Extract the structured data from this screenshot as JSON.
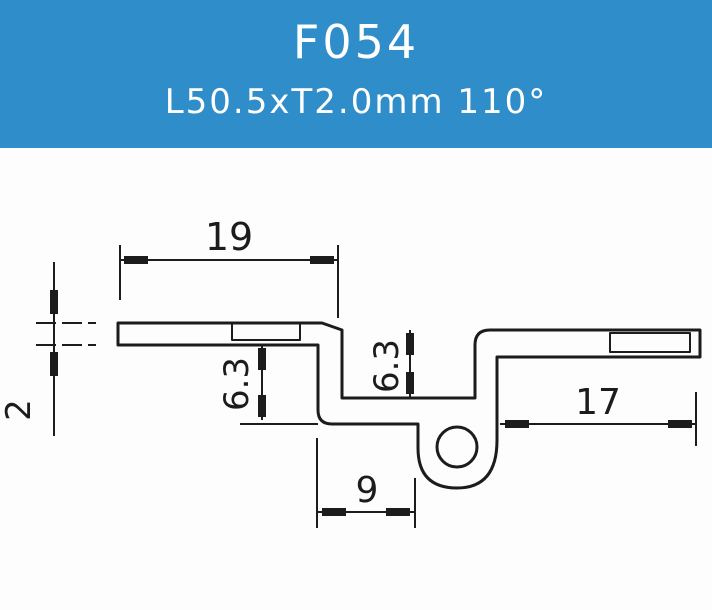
{
  "header": {
    "title": "F054",
    "subtitle": "L50.5xT2.0mm 110°",
    "background_color": "#2f8dca",
    "text_color": "#ffffff"
  },
  "drawing": {
    "line_color": "#1c1c1c",
    "dimensions": {
      "top_length": "19",
      "left_thickness": "2",
      "left_depth": "6.3",
      "right_depth": "6.3",
      "right_length": "17",
      "bottom_length": "9"
    }
  }
}
